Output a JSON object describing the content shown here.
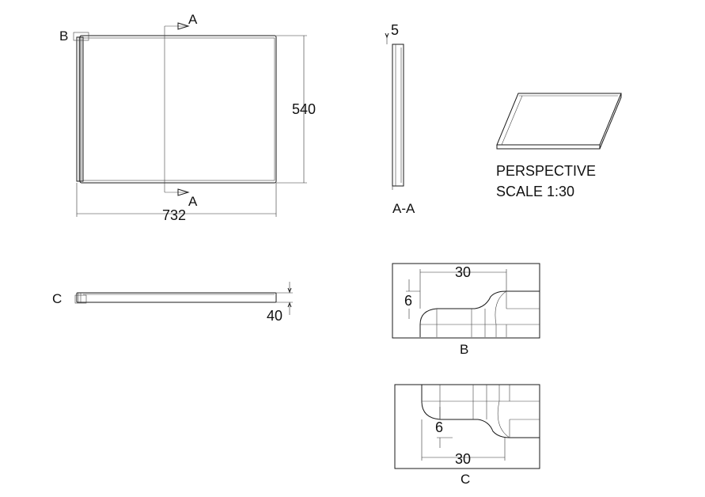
{
  "front_view": {
    "section_label_top": "A",
    "section_label_bottom": "A",
    "detail_callout": "B",
    "width_dim": "732",
    "height_dim": "540"
  },
  "section_view": {
    "thickness_dim": "5",
    "title": "A-A"
  },
  "perspective": {
    "line1": "PERSPECTIVE",
    "line2": "SCALE 1:30"
  },
  "side_view": {
    "detail_callout": "C",
    "thickness_dim": "40"
  },
  "detail_b": {
    "length_dim": "30",
    "offset_dim": "6",
    "title": "B"
  },
  "detail_c": {
    "length_dim": "30",
    "offset_dim": "6",
    "title": "C"
  }
}
